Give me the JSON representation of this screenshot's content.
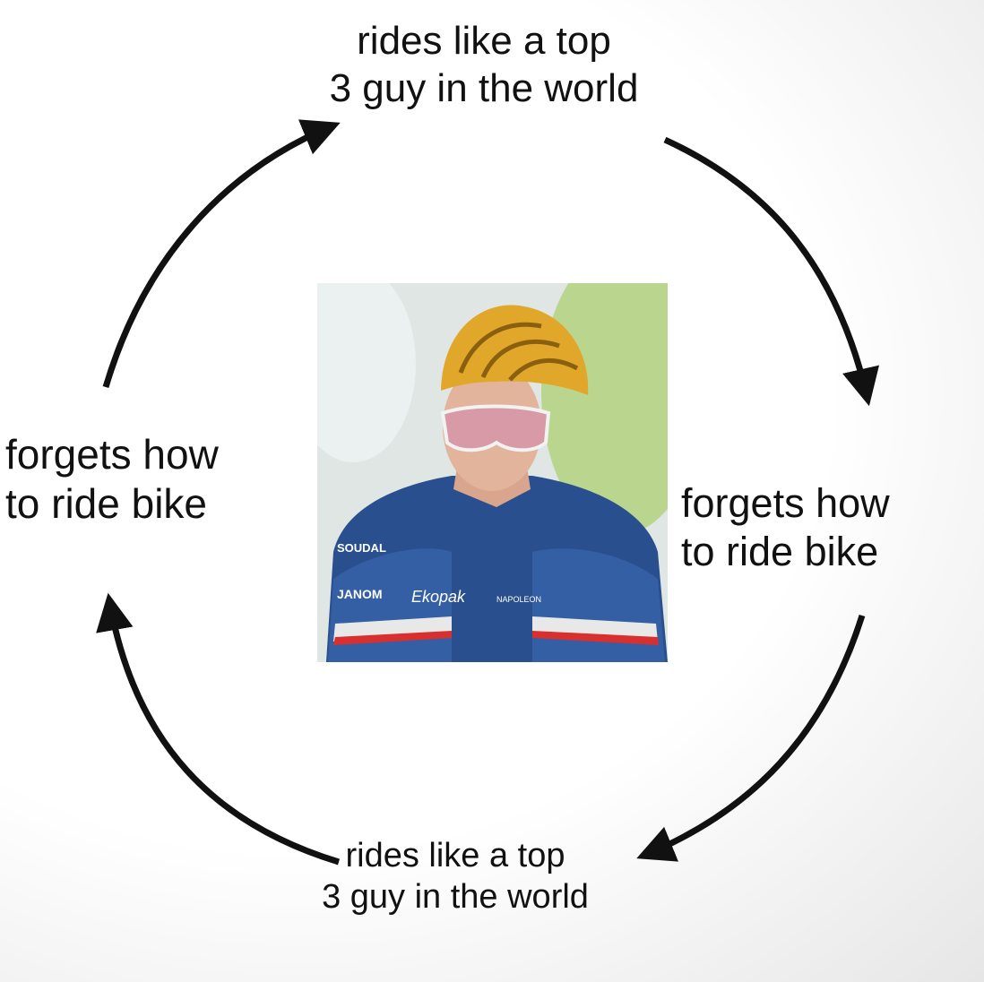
{
  "diagram": {
    "nodes": [
      {
        "id": "top",
        "lines": [
          "rides like a top",
          "3 guy in the world"
        ]
      },
      {
        "id": "right",
        "lines": [
          "forgets how",
          "to ride bike"
        ]
      },
      {
        "id": "bottom",
        "lines": [
          "rides like a top",
          "3 guy in the world"
        ]
      },
      {
        "id": "left",
        "lines": [
          "forgets how",
          "to ride bike"
        ]
      }
    ],
    "edges": [
      {
        "from": "top",
        "to": "right"
      },
      {
        "from": "right",
        "to": "bottom"
      },
      {
        "from": "bottom",
        "to": "left"
      },
      {
        "from": "left",
        "to": "top"
      }
    ],
    "center_image": {
      "subject": "cyclist-photo",
      "jersey_text": [
        "SOUDAL",
        "JANOM",
        "Ekopak",
        "NAPOLEON"
      ]
    },
    "colors": {
      "arrow": "#111111",
      "helmet": "#e0a72a",
      "jersey": "#2a4f8f",
      "background": "#ffffff"
    }
  }
}
